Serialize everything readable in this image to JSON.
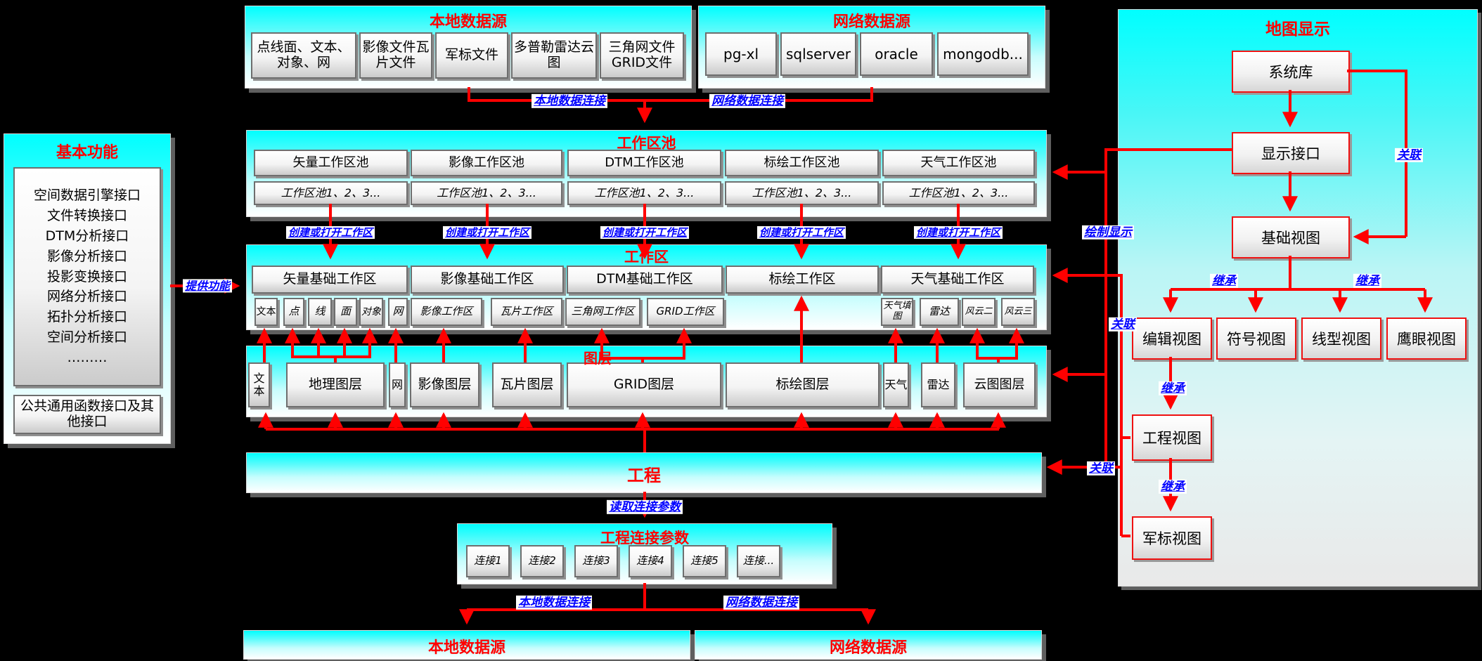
{
  "colors": {
    "red": "#ff0000",
    "blue": "#0000ff",
    "cyan": "#00ffff",
    "arrow": "#ff0000"
  },
  "top_local": {
    "title": "本地数据源",
    "items": [
      "点线面、文本、对象、网",
      "影像文件瓦片文件",
      "军标文件",
      "多普勒雷达云图",
      "三角网文件GRID文件"
    ]
  },
  "top_net": {
    "title": "网络数据源",
    "items": [
      "pg-xl",
      "sqlserver",
      "oracle",
      "mongodb..."
    ]
  },
  "basic": {
    "title": "基本功能",
    "interfaces": "空间数据引擎接口\n文件转换接口\nDTM分析接口\n影像分析接口\n投影变换接口\n网络分析接口\n拓扑分析接口\n空间分析接口\n………",
    "common": "公共通用函数接口及其他接口"
  },
  "conn_labels": {
    "local": "本地数据连接",
    "net": "网络数据连接",
    "create": "创建或打开工作区",
    "provide": "提供功能",
    "draw": "绘制显示",
    "assoc": "关联",
    "inherit": "继承",
    "read": "读取连接参数"
  },
  "pool": {
    "title": "工作区池",
    "items": [
      "矢量工作区池",
      "影像工作区池",
      "DTM工作区池",
      "标绘工作区池",
      "天气工作区池"
    ],
    "instances": "工作区池1、2、3..."
  },
  "ws": {
    "title": "工作区",
    "big": [
      "矢量基础工作区",
      "影像基础工作区",
      "DTM基础工作区",
      "标绘工作区",
      "天气基础工作区"
    ],
    "vector_sub": [
      "文本",
      "点",
      "线",
      "面",
      "对象",
      "网"
    ],
    "image_sub": "影像工作区",
    "dtm_sub": [
      "瓦片工作区",
      "三角网工作区",
      "GRID工作区"
    ],
    "weather_sub": [
      "天气填图",
      "雷达",
      "风云二",
      "风云三"
    ]
  },
  "layers": {
    "title": "图层",
    "items": [
      "文本",
      "地理图层",
      "网",
      "影像图层",
      "瓦片图层",
      "GRID图层",
      "标绘图层",
      "天气",
      "雷达",
      "云图图层"
    ]
  },
  "project": {
    "title": "工程"
  },
  "conn_params": {
    "title": "工程连接参数",
    "items": [
      "连接1",
      "连接2",
      "连接3",
      "连接4",
      "连接5",
      "连接..."
    ]
  },
  "bottom": {
    "local": "本地数据源",
    "net": "网络数据源"
  },
  "map": {
    "title": "地图显示",
    "system_lib": "系统库",
    "display_iface": "显示接口",
    "base_view": "基础视图",
    "views": [
      "编辑视图",
      "符号视图",
      "线型视图",
      "鹰眼视图"
    ],
    "project_view": "工程视图",
    "military_view": "军标视图"
  }
}
